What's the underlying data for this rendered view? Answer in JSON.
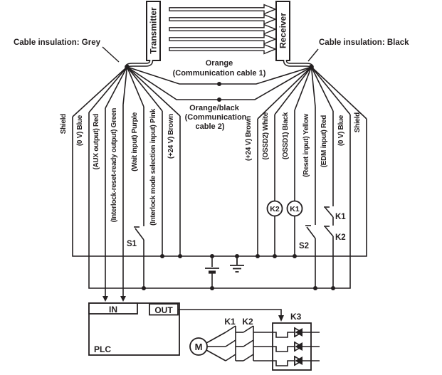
{
  "colors": {
    "ink": "#231f20",
    "background": "#ffffff"
  },
  "devices": {
    "transmitter_label": "Transmitter",
    "receiver_label": "Receiver"
  },
  "callouts": {
    "left": "Cable insulation: Grey",
    "right": "Cable insulation: Black"
  },
  "comm_cables": {
    "cable1_name": "Orange",
    "cable1_desc": "(Communication cable 1)",
    "cable2_name": "Orange/black",
    "cable2_desc_line1": "(Communication",
    "cable2_desc_line2": "cable 2)"
  },
  "wires": {
    "left": [
      {
        "label": "Shield"
      },
      {
        "label": "(0 V) Blue"
      },
      {
        "label": "(AUX output) Red"
      },
      {
        "label": "(Interlock-reset-ready output) Green"
      },
      {
        "label": "(Wait input) Purple"
      },
      {
        "label": "(Interlock mode selection input) Pink"
      },
      {
        "label": "(+24 V) Brown"
      }
    ],
    "right": [
      {
        "label": "(+24 V) Brown"
      },
      {
        "label": "(OSSD2) White"
      },
      {
        "label": "(OSSD1) Black"
      },
      {
        "label": "(Reset input) Yellow"
      },
      {
        "label": "(EDM input) Red"
      },
      {
        "label": "(0 V) Blue"
      },
      {
        "label": "Shield"
      }
    ]
  },
  "switches": {
    "s1": "S1",
    "s2": "S2"
  },
  "relay_coils": {
    "k2": "K2",
    "k1": "K1"
  },
  "edm_contacts": {
    "k1": "K1",
    "k2": "K2"
  },
  "plc": {
    "in_label": "IN",
    "out_label": "OUT",
    "name": "PLC"
  },
  "motor": {
    "label": "M"
  },
  "motor_contacts": {
    "k1": "K1",
    "k2": "K2"
  },
  "relay_block": {
    "k3": "K3"
  }
}
